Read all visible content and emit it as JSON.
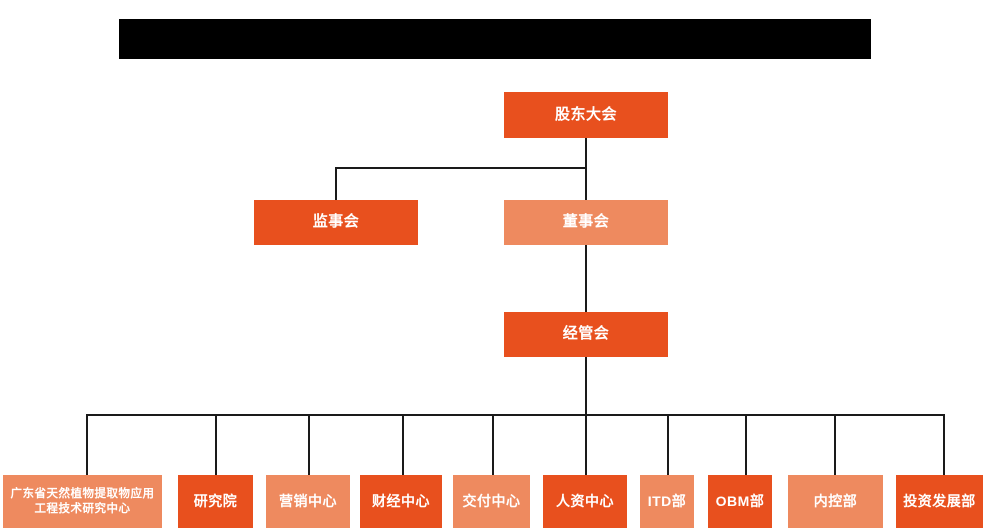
{
  "diagram": {
    "type": "org-chart",
    "title_bar": {
      "name": "redacted-title-bar",
      "text": "",
      "color": "#000000",
      "note": "solid black redacted banner"
    },
    "colors": {
      "dark_orange": "#E8501E",
      "light_salmon": "#EE8A5F",
      "line": "#1a1a1a",
      "background": "#ffffff",
      "text": "#ffffff"
    },
    "nodes": [
      {
        "id": "n1",
        "label": "股东大会",
        "level": 1,
        "color": "dark"
      },
      {
        "id": "n2",
        "label": "监事会",
        "level": 2,
        "color": "dark"
      },
      {
        "id": "n3",
        "label": "董事会",
        "level": 2,
        "color": "light"
      },
      {
        "id": "n4",
        "label": "经管会",
        "level": 3,
        "color": "dark"
      },
      {
        "id": "d1",
        "label": "广东省天然植物提取物应用工程技术研究中心",
        "level": 4,
        "color": "light"
      },
      {
        "id": "d2",
        "label": "研究院",
        "level": 4,
        "color": "dark"
      },
      {
        "id": "d3",
        "label": "营销中心",
        "level": 4,
        "color": "light"
      },
      {
        "id": "d4",
        "label": "财经中心",
        "level": 4,
        "color": "dark"
      },
      {
        "id": "d5",
        "label": "交付中心",
        "level": 4,
        "color": "light"
      },
      {
        "id": "d6",
        "label": "人资中心",
        "level": 4,
        "color": "dark"
      },
      {
        "id": "d7",
        "label": "ITD部",
        "level": 4,
        "color": "light"
      },
      {
        "id": "d8",
        "label": "OBM部",
        "level": 4,
        "color": "dark"
      },
      {
        "id": "d9",
        "label": "内控部",
        "level": 4,
        "color": "light"
      },
      {
        "id": "d10",
        "label": "投资发展部",
        "level": 4,
        "color": "dark"
      }
    ]
  }
}
